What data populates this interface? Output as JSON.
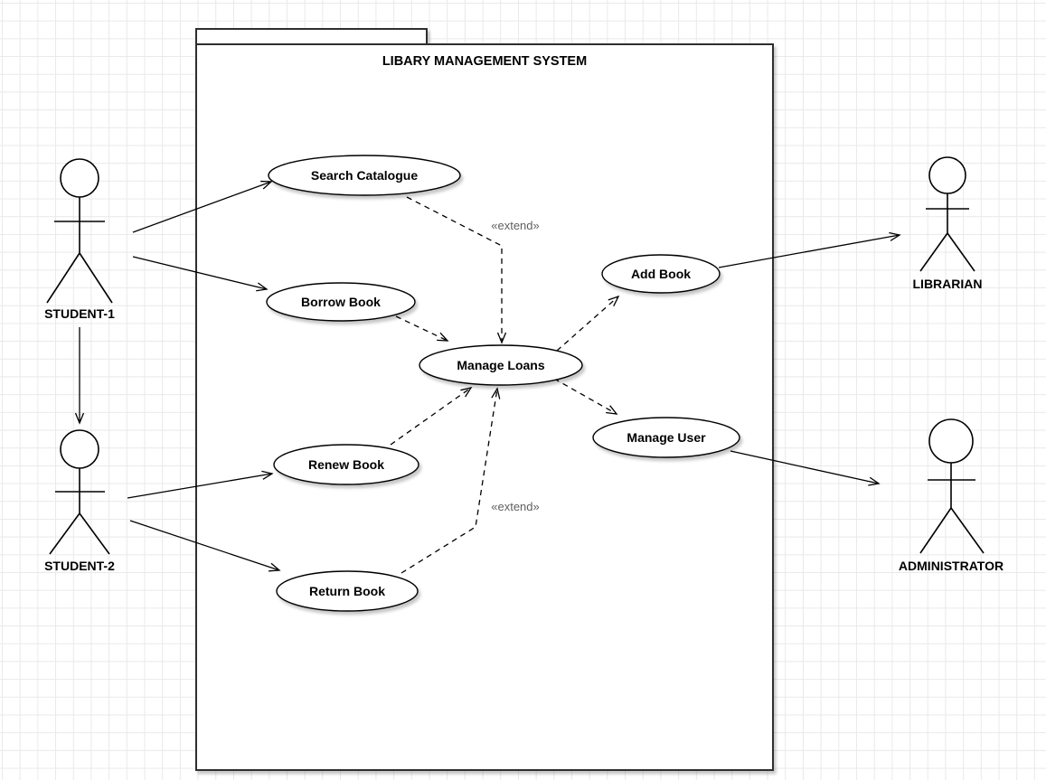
{
  "diagram": {
    "type": "uml-use-case-diagram",
    "title": "LIBARY MANAGEMENT SYSTEM",
    "system_boundary": {
      "label": "LIBARY MANAGEMENT SYSTEM"
    },
    "actors": [
      {
        "id": "student-1",
        "label": "STUDENT-1",
        "side": "left"
      },
      {
        "id": "student-2",
        "label": "STUDENT-2",
        "side": "left"
      },
      {
        "id": "librarian",
        "label": "LIBRARIAN",
        "side": "right"
      },
      {
        "id": "administrator",
        "label": "ADMINISTRATOR",
        "side": "right"
      }
    ],
    "use_cases": [
      {
        "id": "search-catalogue",
        "label": "Search Catalogue"
      },
      {
        "id": "borrow-book",
        "label": "Borrow Book"
      },
      {
        "id": "manage-loans",
        "label": "Manage Loans"
      },
      {
        "id": "add-book",
        "label": "Add Book"
      },
      {
        "id": "manage-user",
        "label": "Manage User"
      },
      {
        "id": "renew-book",
        "label": "Renew Book"
      },
      {
        "id": "return-book",
        "label": "Return Book"
      }
    ],
    "relationships": [
      {
        "from": "STUDENT-1",
        "to": "Search Catalogue",
        "style": "solid-arrow",
        "label": ""
      },
      {
        "from": "STUDENT-1",
        "to": "Borrow Book",
        "style": "solid-arrow",
        "label": ""
      },
      {
        "from": "STUDENT-1",
        "to": "STUDENT-2",
        "style": "solid-arrow",
        "label": ""
      },
      {
        "from": "STUDENT-2",
        "to": "Renew Book",
        "style": "solid-arrow",
        "label": ""
      },
      {
        "from": "STUDENT-2",
        "to": "Return Book",
        "style": "solid-arrow",
        "label": ""
      },
      {
        "from": "Add Book",
        "to": "LIBRARIAN",
        "style": "solid-arrow",
        "label": ""
      },
      {
        "from": "Manage User",
        "to": "ADMINISTRATOR",
        "style": "solid-arrow",
        "label": ""
      },
      {
        "from": "Search Catalogue",
        "to": "Manage Loans",
        "style": "dashed-arrow",
        "label": "«extend»"
      },
      {
        "from": "Borrow Book",
        "to": "Manage Loans",
        "style": "dashed-arrow",
        "label": ""
      },
      {
        "from": "Renew Book",
        "to": "Manage Loans",
        "style": "dashed-arrow",
        "label": ""
      },
      {
        "from": "Return Book",
        "to": "Manage Loans",
        "style": "dashed-arrow",
        "label": "«extend»"
      },
      {
        "from": "Manage Loans",
        "to": "Add Book",
        "style": "dashed-arrow",
        "label": ""
      },
      {
        "from": "Manage Loans",
        "to": "Manage User",
        "style": "dashed-arrow",
        "label": ""
      }
    ],
    "colors": {
      "background": "#ffffff",
      "grid_line": "#e9e9e9",
      "stroke": "#000000",
      "shape_fill": "#ffffff",
      "shadow": "#d9d9d9",
      "stereotype_text": "#5f5f5f"
    }
  }
}
